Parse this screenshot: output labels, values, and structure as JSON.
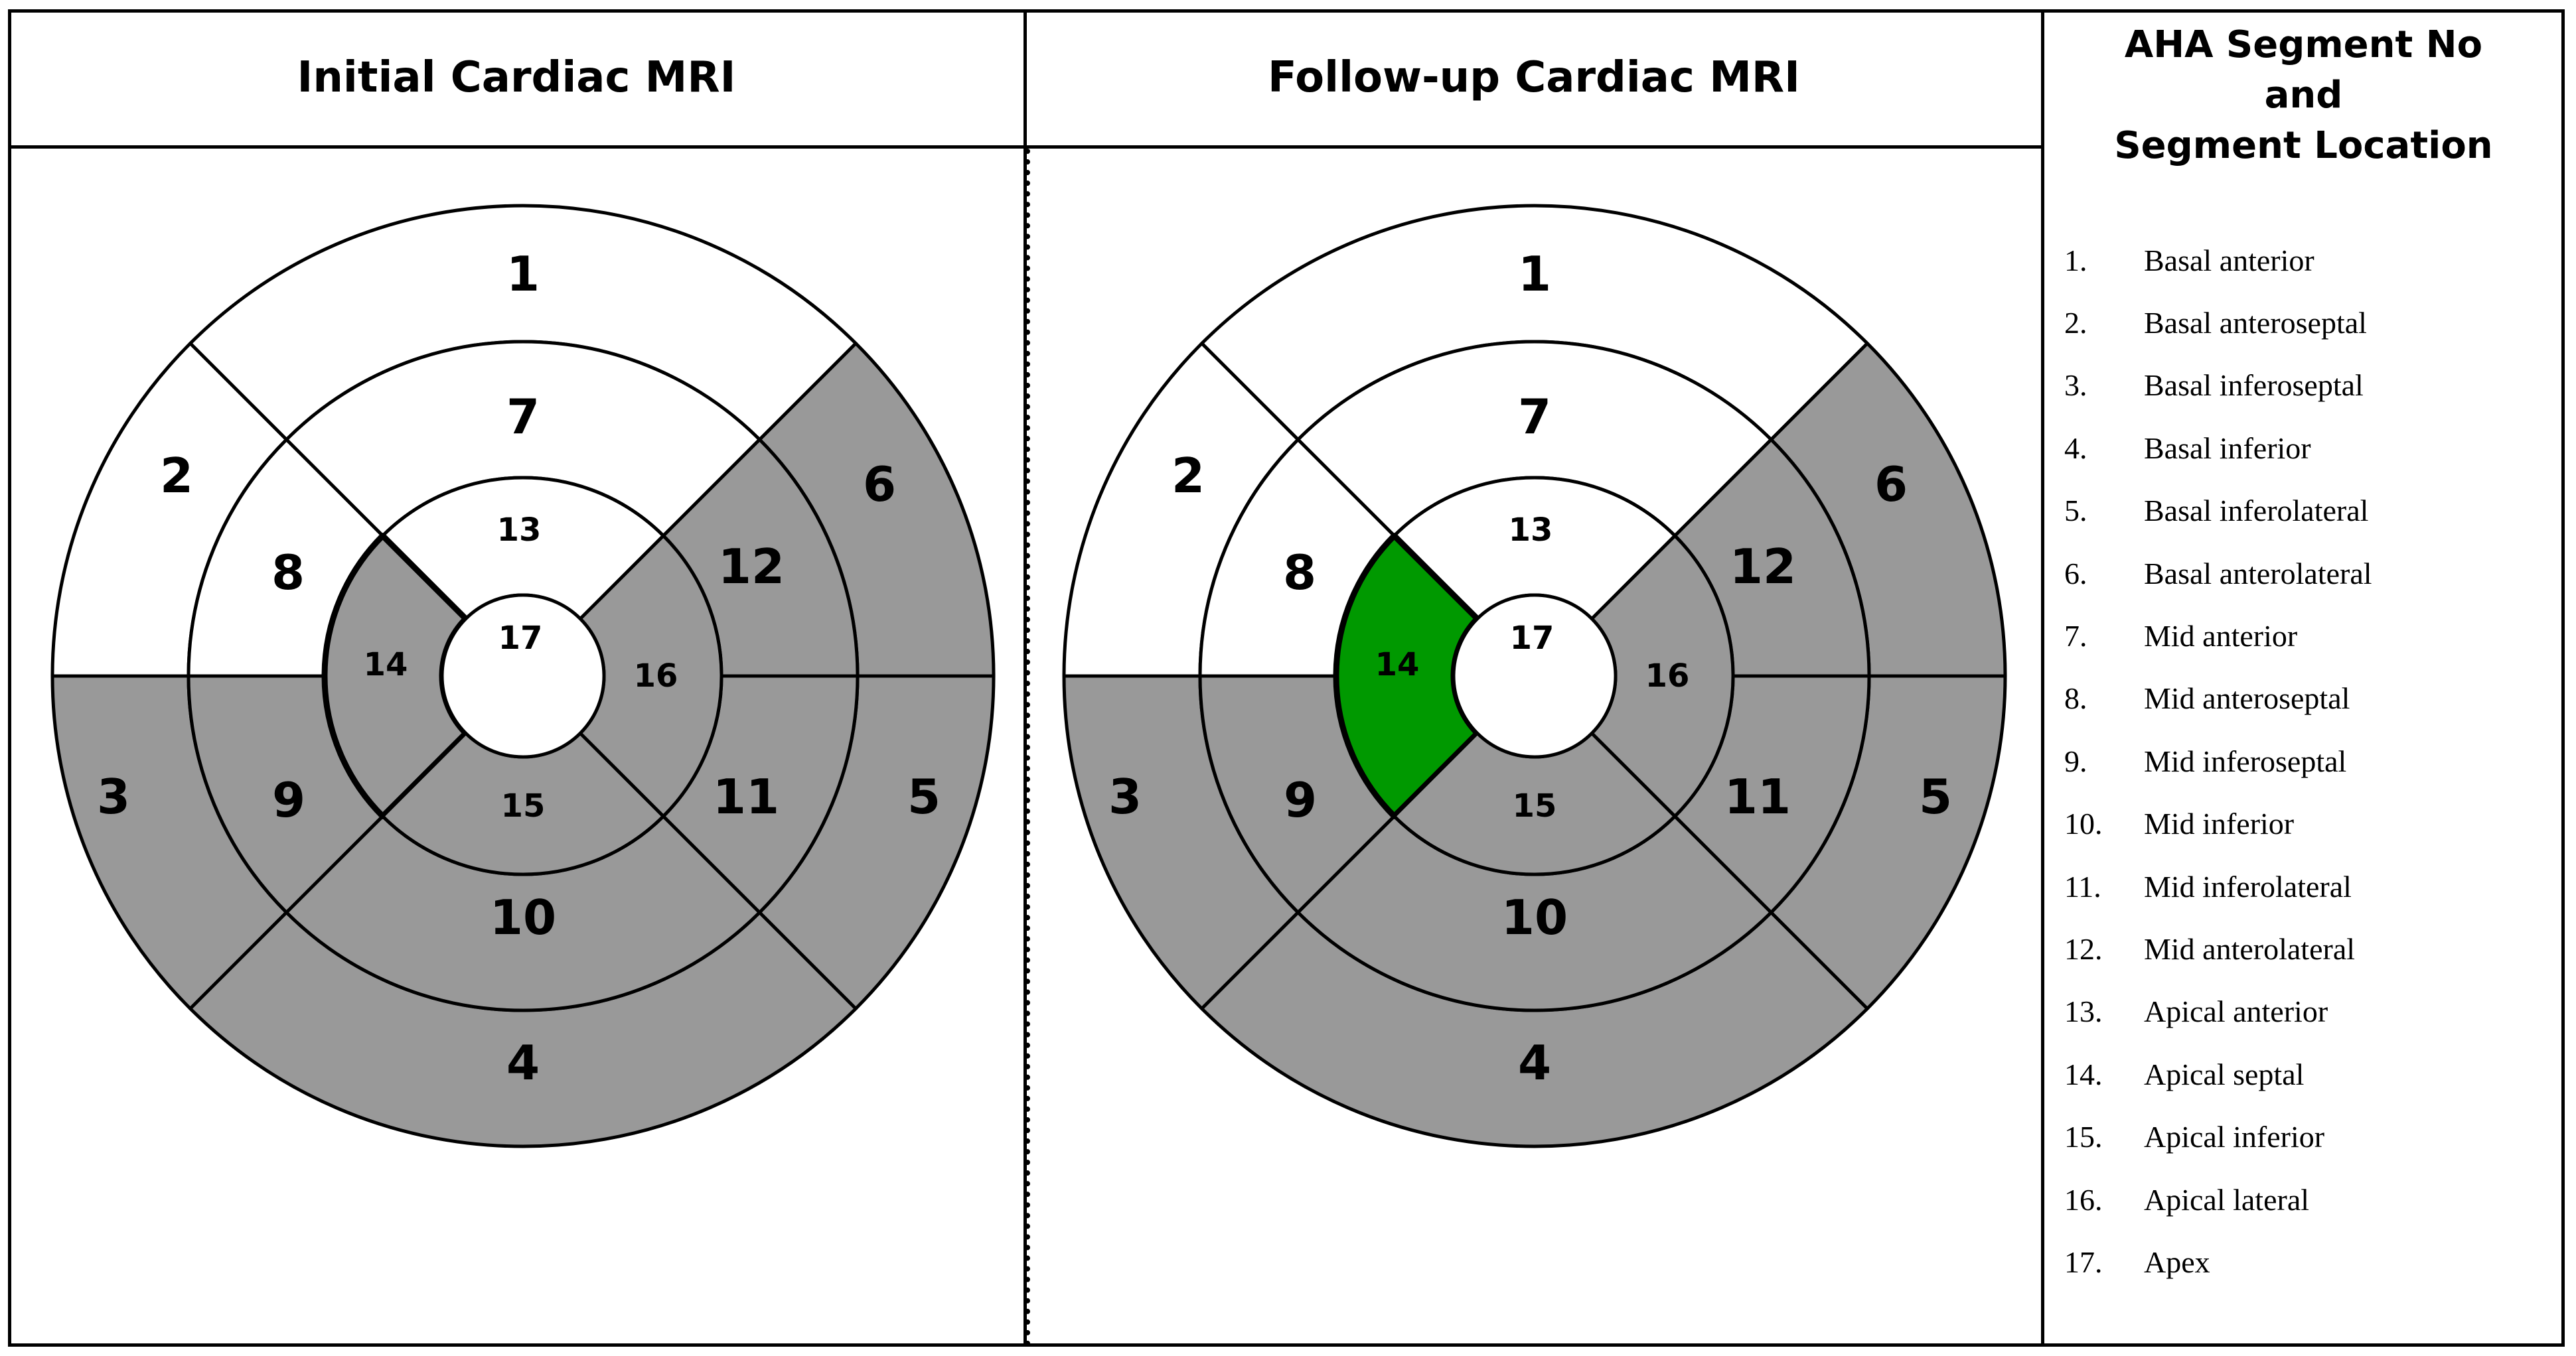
{
  "panels": [
    {
      "title": "Initial Cardiac MRI",
      "segments": [
        {
          "no": "1",
          "fill": "#ffffff"
        },
        {
          "no": "2",
          "fill": "#ffffff"
        },
        {
          "no": "3",
          "fill": "#999999"
        },
        {
          "no": "4",
          "fill": "#999999"
        },
        {
          "no": "5",
          "fill": "#999999"
        },
        {
          "no": "6",
          "fill": "#999999"
        },
        {
          "no": "7",
          "fill": "#ffffff"
        },
        {
          "no": "8",
          "fill": "#ffffff"
        },
        {
          "no": "9",
          "fill": "#999999"
        },
        {
          "no": "10",
          "fill": "#999999"
        },
        {
          "no": "11",
          "fill": "#999999"
        },
        {
          "no": "12",
          "fill": "#999999"
        },
        {
          "no": "13",
          "fill": "#ffffff"
        },
        {
          "no": "14",
          "fill": "#999999"
        },
        {
          "no": "15",
          "fill": "#999999"
        },
        {
          "no": "16",
          "fill": "#999999"
        },
        {
          "no": "17",
          "fill": "#ffffff"
        }
      ]
    },
    {
      "title": "Follow-up Cardiac MRI",
      "segments": [
        {
          "no": "1",
          "fill": "#ffffff"
        },
        {
          "no": "2",
          "fill": "#ffffff"
        },
        {
          "no": "3",
          "fill": "#999999"
        },
        {
          "no": "4",
          "fill": "#999999"
        },
        {
          "no": "5",
          "fill": "#999999"
        },
        {
          "no": "6",
          "fill": "#999999"
        },
        {
          "no": "7",
          "fill": "#ffffff"
        },
        {
          "no": "8",
          "fill": "#ffffff"
        },
        {
          "no": "9",
          "fill": "#999999"
        },
        {
          "no": "10",
          "fill": "#999999"
        },
        {
          "no": "11",
          "fill": "#999999"
        },
        {
          "no": "12",
          "fill": "#999999"
        },
        {
          "no": "13",
          "fill": "#ffffff"
        },
        {
          "no": "14",
          "fill": "#009900"
        },
        {
          "no": "15",
          "fill": "#999999"
        },
        {
          "no": "16",
          "fill": "#999999"
        },
        {
          "no": "17",
          "fill": "#ffffff"
        }
      ]
    }
  ],
  "legend": {
    "title_lines": [
      "AHA Segment No",
      "and",
      "Segment Location"
    ],
    "items": [
      {
        "num": "1.",
        "label": "Basal anterior"
      },
      {
        "num": "2.",
        "label": "Basal anteroseptal"
      },
      {
        "num": "3.",
        "label": "Basal inferoseptal"
      },
      {
        "num": "4.",
        "label": "Basal inferior"
      },
      {
        "num": "5.",
        "label": "Basal inferolateral"
      },
      {
        "num": "6.",
        "label": "Basal anterolateral"
      },
      {
        "num": "7.",
        "label": "Mid anterior"
      },
      {
        "num": "8.",
        "label": "Mid anteroseptal"
      },
      {
        "num": "9.",
        "label": "Mid inferoseptal"
      },
      {
        "num": "10.",
        "label": "Mid inferior"
      },
      {
        "num": "11.",
        "label": "Mid inferolateral"
      },
      {
        "num": "12.",
        "label": "Mid anterolateral"
      },
      {
        "num": "13.",
        "label": "Apical anterior"
      },
      {
        "num": "14.",
        "label": "Apical septal"
      },
      {
        "num": "15.",
        "label": "Apical inferior"
      },
      {
        "num": "16.",
        "label": "Apical lateral"
      },
      {
        "num": "17.",
        "label": "Apex"
      }
    ]
  }
}
